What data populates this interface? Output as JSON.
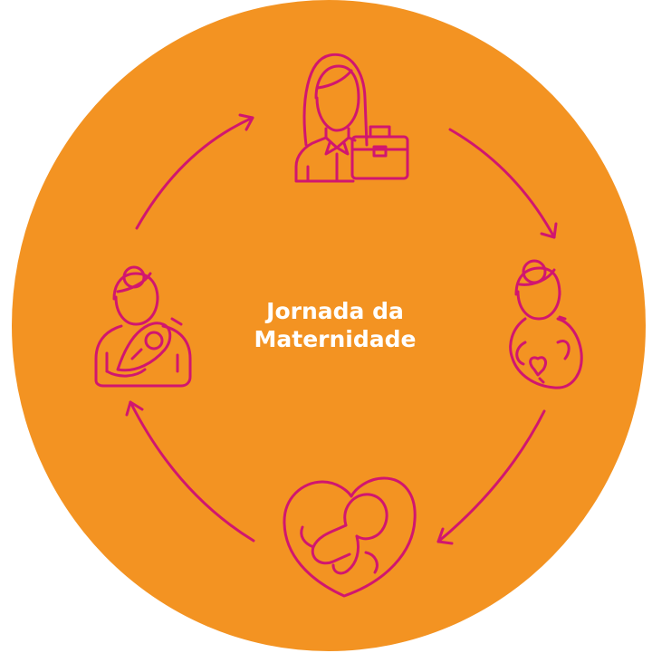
{
  "diagram": {
    "title_line1": "Jornada da",
    "title_line2": "Maternidade",
    "colors": {
      "background_circle": "#F39322",
      "icon_stroke": "#D1166F",
      "text": "#FFFFFF"
    },
    "stages": [
      {
        "icon": "working-woman-briefcase-icon"
      },
      {
        "icon": "pregnant-woman-heart-icon"
      },
      {
        "icon": "baby-in-heart-icon"
      },
      {
        "icon": "mother-holding-baby-icon"
      }
    ],
    "flow": "clockwise"
  }
}
